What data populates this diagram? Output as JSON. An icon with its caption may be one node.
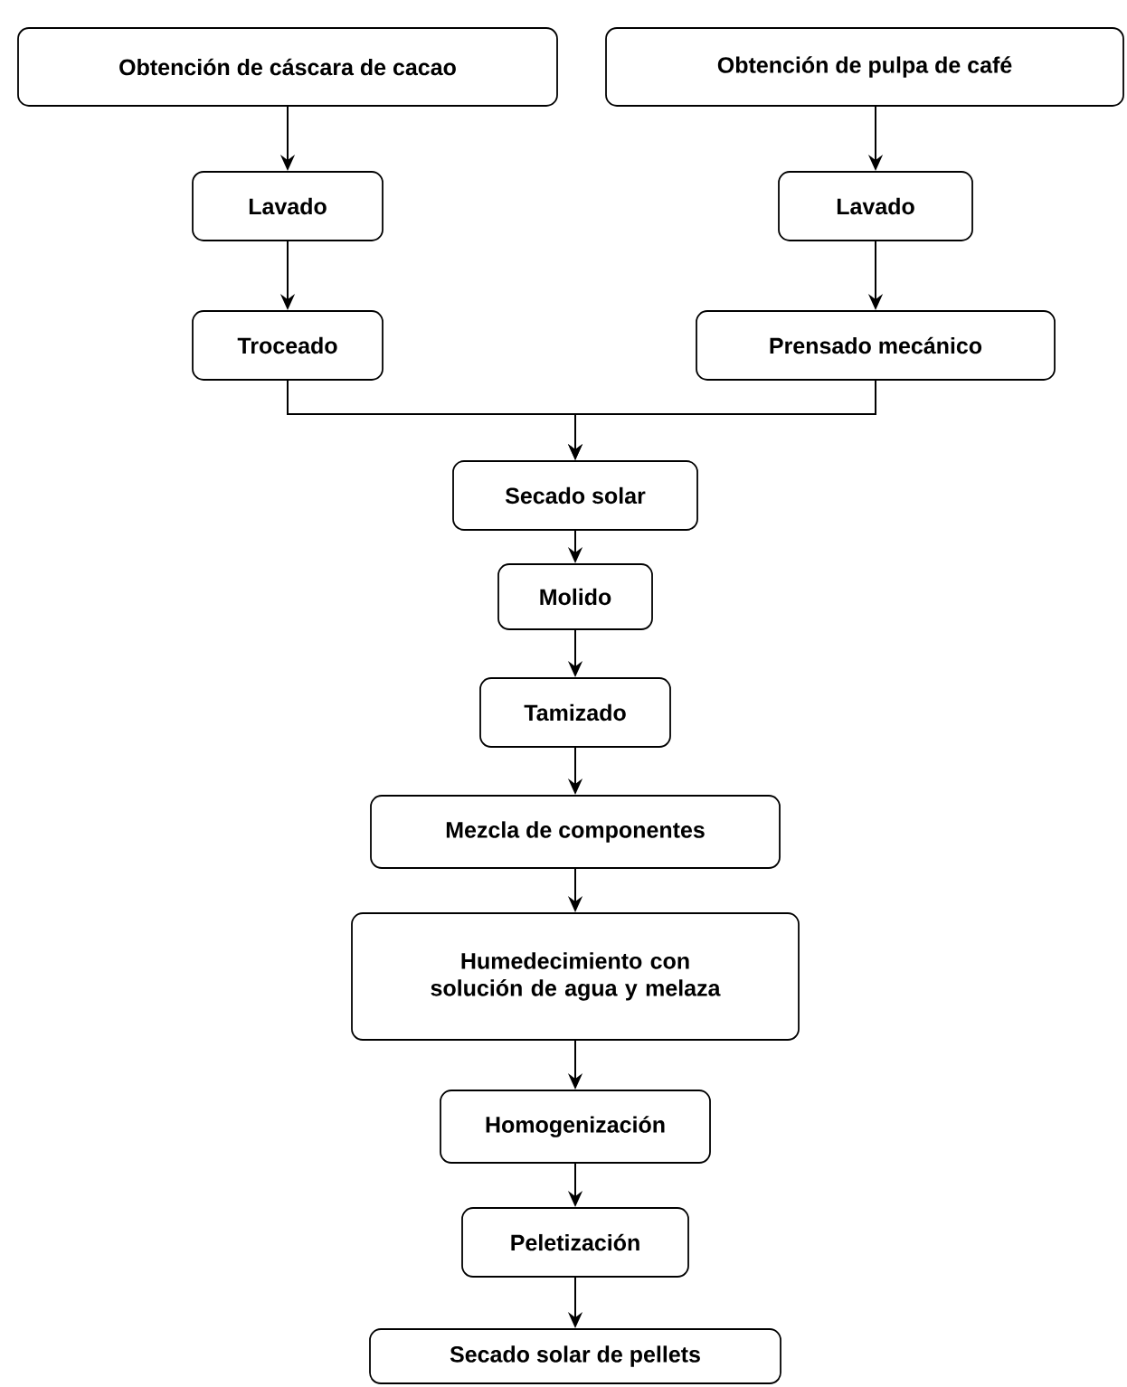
{
  "diagram": {
    "nodes": [
      {
        "text": [
          "Obtención de cáscara de cacao"
        ]
      },
      {
        "text": [
          "Obtención de pulpa de café"
        ]
      },
      {
        "text": [
          "Lavado"
        ]
      },
      {
        "text": [
          "Lavado"
        ]
      },
      {
        "text": [
          "Troceado"
        ]
      },
      {
        "text": [
          "Prensado mecánico"
        ]
      },
      {
        "text": [
          "Secado solar"
        ]
      },
      {
        "text": [
          "Molido"
        ]
      },
      {
        "text": [
          "Tamizado"
        ]
      },
      {
        "text": [
          "Mezcla de componentes"
        ]
      },
      {
        "text": [
          "Humedecimiento con solución de agua y melaza"
        ]
      },
      {
        "text": [
          "Homogenización"
        ]
      },
      {
        "text": [
          "Peletización"
        ]
      },
      {
        "text": [
          "Secado solar de pellets"
        ]
      }
    ],
    "edges": [
      {
        "from": 0,
        "to": 2,
        "arrow": "to"
      },
      {
        "from": 2,
        "to": 4,
        "arrow": "to"
      },
      {
        "from": 1,
        "to": 3,
        "arrow": "to"
      },
      {
        "from": 3,
        "to": 5,
        "arrow": "to"
      },
      {
        "from": 4,
        "to": 6,
        "arrow": "to"
      },
      {
        "from": 5,
        "to": 6,
        "arrow": "to"
      },
      {
        "from": 6,
        "to": 7,
        "arrow": "to"
      },
      {
        "from": 7,
        "to": 8,
        "arrow": "to"
      },
      {
        "from": 8,
        "to": 9,
        "arrow": "to"
      },
      {
        "from": 9,
        "to": 10,
        "arrow": "to"
      },
      {
        "from": 10,
        "to": 11,
        "arrow": "to"
      },
      {
        "from": 11,
        "to": 12,
        "arrow": "to"
      },
      {
        "from": 12,
        "to": 13,
        "arrow": "to"
      }
    ]
  }
}
